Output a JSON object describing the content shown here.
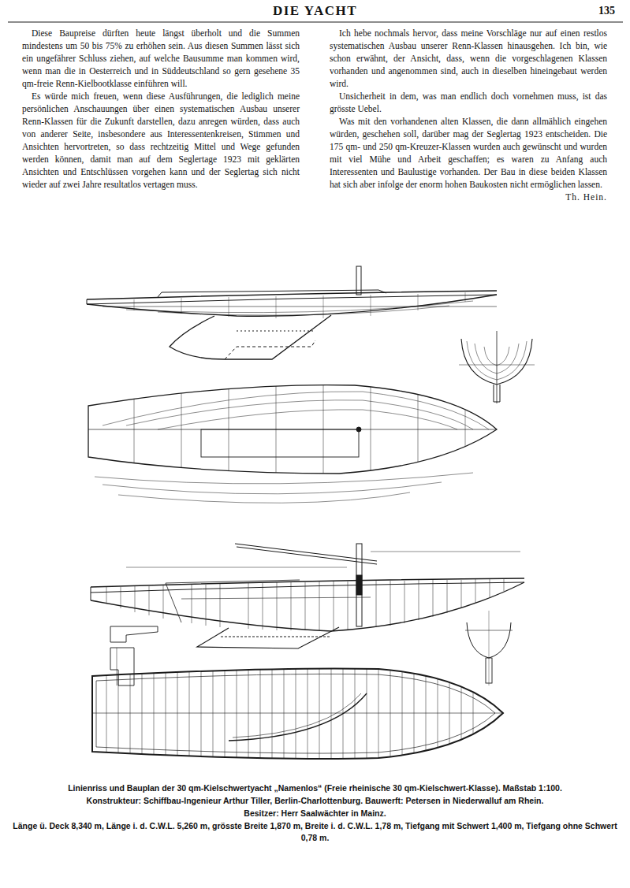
{
  "diagram": {
    "title": "DIE YACHT",
    "caption": "Linienriss und Bauplan der 30 qm-Kielschwertyacht „Namenlos“ (Freie rheinische 30 qm-Kielschwert-Klasse). Maßstab 1:100.",
    "labels": [
      "135",
      "Diese Baupreise dürften heute längst überholt und die Summen mindestens um 50 bis 75% zu erhöhen sein. Aus diesen Summen lässt sich ein ungefährer Schluss ziehen, auf welche Bausumme man kommen wird, wenn man die in Oesterreich und in Süddeutschland so gern gesehene 35 qm-freie Renn-Kielbootklasse einführen will.",
      "Es würde mich freuen, wenn diese Ausführungen, die lediglich meine persönlichen Anschauungen über einen systematischen Ausbau unserer Renn-Klassen für die Zukunft darstellen, dazu anregen würden, dass auch von anderer Seite, insbesondere aus Interessentenkreisen, Stimmen und Ansichten hervortreten, so dass rechtzeitig Mittel und Wege gefunden werden können, damit man auf dem Seglertage 1923 mit geklärten Ansichten und Entschlüssen vorgehen kann und der Seglertag sich nicht wieder auf zwei Jahre resultatlos vertagen muss.",
      "Ich hebe nochmals hervor, dass meine Vorschläge nur auf einen restlos systematischen Ausbau unserer Renn-Klassen hinausgehen. Ich bin, wie schon erwähnt, der Ansicht, dass, wenn die vorgeschlagenen Klassen vorhanden und angenommen sind, auch in dieselben hineingebaut werden wird.",
      "Unsicherheit in dem, was man endlich doch vornehmen muss, ist das grösste Uebel.",
      "Was mit den vorhandenen alten Klassen, die dann allmählich eingehen würden, geschehen soll, darüber mag der Seglertag 1923 entscheiden. Die 175 qm- und 250 qm-Kreuzer-Klassen wurden auch gewünscht und wurden mit viel Mühe und Arbeit geschaffen; es waren zu Anfang auch Interessenten und Baulustige vorhanden. Der Bau in diese beiden Klassen hat sich aber infolge der enorm hohen Baukosten nicht ermöglichen lassen.",
      "Th. Hein.",
      "Konstrukteur: Schiffbau-Ingenieur Arthur Tiller, Berlin-Charlottenburg. Bauwerft: Petersen in Niederwalluf am Rhein.",
      "Besitzer: Herr Saalwächter in Mainz.",
      "Länge ü. Deck 8,340 m, Länge i. d. C.W.L. 5,260 m, grösste Breite 1,870 m, Breite i. d. C.W.L. 1,78 m, Tiefgang mit Schwert 1,400 m, Tiefgang ohne Schwert 0,78 m."
    ]
  }
}
